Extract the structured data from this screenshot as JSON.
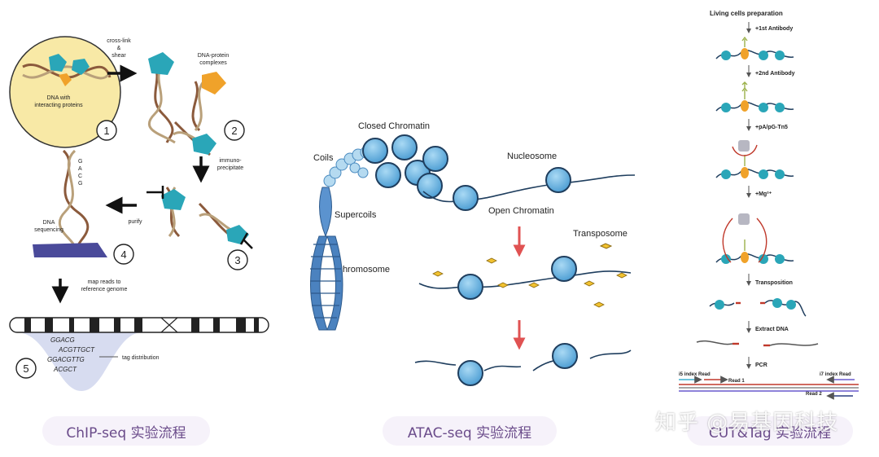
{
  "chip": {
    "step1_cell_label_1": "DNA with",
    "step1_cell_label_2": "interacting proteins",
    "arrow1_label_1": "cross-link",
    "arrow1_label_2": "&",
    "arrow1_label_3": "shear",
    "complex_label_1": "DNA-protein",
    "complex_label_2": "complexes",
    "ip_label_1": "immuno-",
    "ip_label_2": "precipitate",
    "purify_label": "purify",
    "seq_label_1": "DNA",
    "seq_label_2": "sequencing",
    "map_label_1": "map reads to",
    "map_label_2": "reference genome",
    "tag_label": "tag distribution",
    "step_numbers": [
      "1",
      "2",
      "3",
      "4",
      "5"
    ],
    "reads": [
      "GGACG",
      "ACGTTGCT",
      "GGACGTTG",
      "ACGCT"
    ],
    "seq_letters": [
      "G",
      "A",
      "C",
      "G"
    ],
    "caption": "ChIP-seq 实验流程"
  },
  "atac": {
    "closed_chromatin": "Closed Chromatin",
    "coils": "Coils",
    "supercoils": "Supercoils",
    "chromosome": "Chromosome",
    "nucleosome": "Nucleosome",
    "open_chromatin": "Open Chromatin",
    "transposome": "Transposome",
    "caption": "ATAC-seq 实验流程"
  },
  "cut": {
    "step0": "Living cells preparation",
    "step1": "+1st  Antibody",
    "step2": "+2nd  Antibody",
    "step3": "+pA/pG-Tn5",
    "step4": "+Mg²⁺",
    "step5": "Transposition",
    "step6": "Extract DNA",
    "step7": "PCR",
    "i5": "i5 index Read",
    "read1": "Read 1",
    "i7": "i7 index Read",
    "read2": "Read 2",
    "caption": "CUT&Tag 实验流程"
  },
  "watermark": "知乎 @易基因科技",
  "colors": {
    "protein": "#2aa6b8",
    "orange_protein": "#f0a22a",
    "nucleosome": "#66b4e0",
    "red_arrow": "#e05252",
    "transposome": "#f2c230",
    "cell": "#f8e9a6",
    "caption_text": "#6a4b8a"
  }
}
